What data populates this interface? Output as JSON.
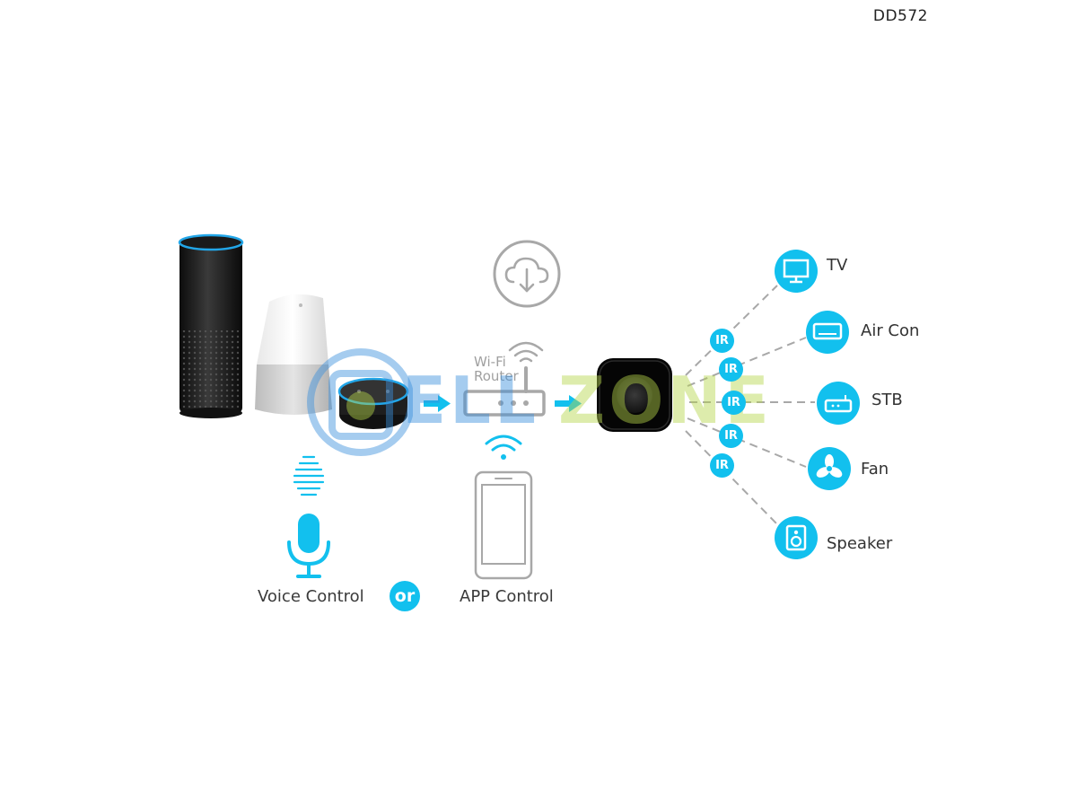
{
  "code": "DD572",
  "router_label": {
    "line1": "Wi-Fi",
    "line2": "Router"
  },
  "captions": {
    "voice": "Voice Control",
    "or": "or",
    "app": "APP Control"
  },
  "ir_label": "IR",
  "devices": [
    {
      "label": "TV",
      "icon": "tv-icon"
    },
    {
      "label": "Air Con",
      "icon": "air-conditioner-icon"
    },
    {
      "label": "STB",
      "icon": "set-top-box-icon"
    },
    {
      "label": "Fan",
      "icon": "fan-icon"
    },
    {
      "label": "Speaker",
      "icon": "speaker-icon"
    }
  ],
  "watermark": {
    "left": "ELL",
    "right": "ZONE"
  },
  "colors": {
    "accent": "#12c0ee",
    "gray": "#a8a8a8",
    "watermark_blue": "#3a8fdc",
    "watermark_green": "#b6d64a"
  }
}
